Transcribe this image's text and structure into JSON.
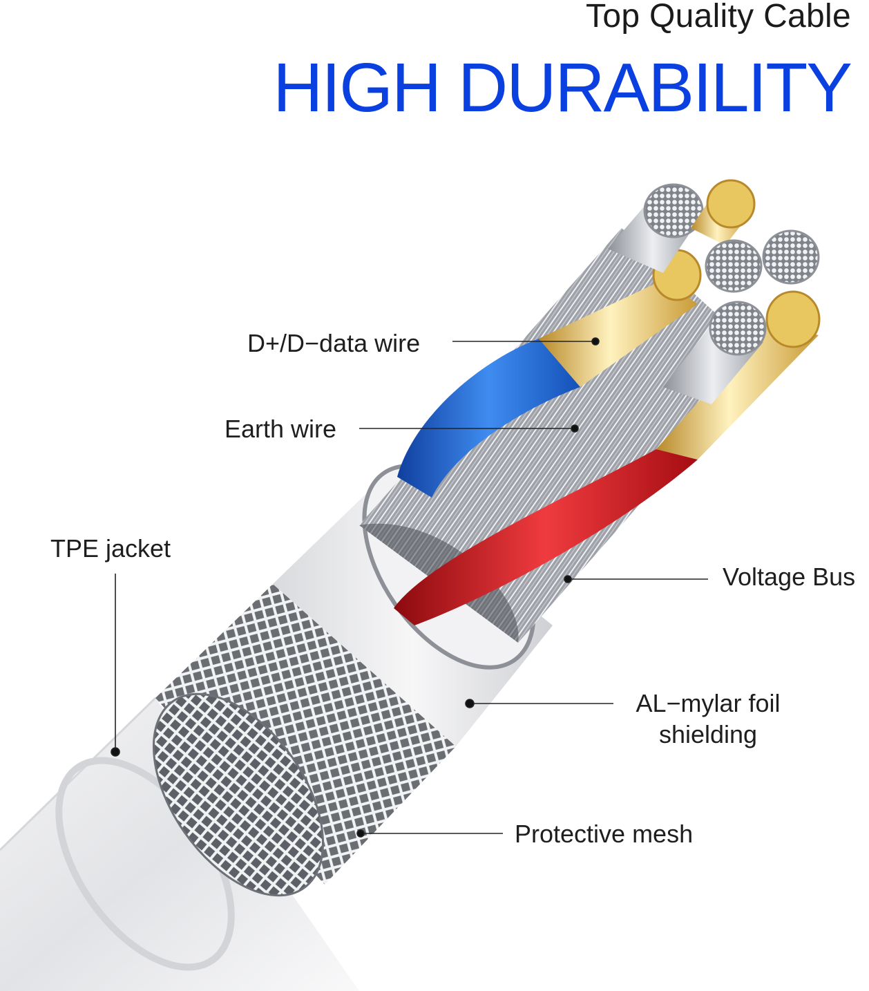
{
  "header": {
    "subtitle": "Top Quality Cable",
    "title": "HIGH DURABILITY"
  },
  "labels": {
    "data_wire": "D+/D−data wire",
    "earth_wire": "Earth wire",
    "tpe_jacket": "TPE jacket",
    "voltage_bus": "Voltage Bus",
    "foil_line1": "AL−mylar foil",
    "foil_line2": "shielding",
    "mesh": "Protective mesh"
  },
  "colors": {
    "title_blue": "#0a3fe0",
    "wire_blue": "#1f6fd8",
    "wire_red": "#d0141b",
    "gold": "#e8c660",
    "silver": "#b9bcc2"
  }
}
